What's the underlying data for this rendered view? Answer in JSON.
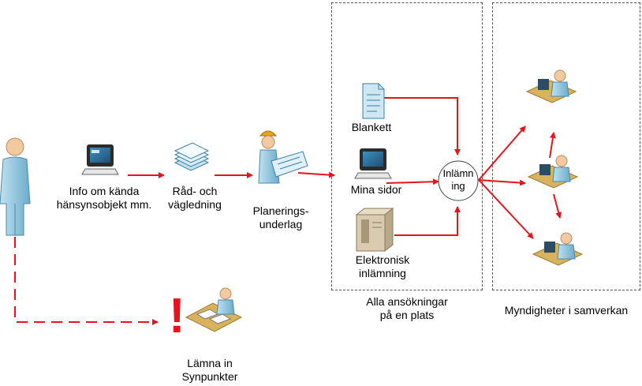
{
  "labels": {
    "info_line1": "Info om kända",
    "info_line2": "hänsynsobjekt mm.",
    "rad_line1": "Råd- och",
    "rad_line2": "vägledning",
    "plan_line1": "Planerings-",
    "plan_line2": "underlag",
    "blankett": "Blankett",
    "mina_sidor": "Mina sidor",
    "elektronisk_line1": "Elektronisk",
    "elektronisk_line2": "inlämning",
    "inlamning_line1": "Inlämn",
    "inlamning_line2": "ing",
    "alla_line1": "Alla ansökningar",
    "alla_line2": "på en plats",
    "myndigheter": "Myndigheter i samverkan",
    "lamna_line1": "Lämna in",
    "lamna_line2": "Synpunkter",
    "exclamation": "!"
  },
  "colors": {
    "arrow": "#e8141b",
    "person_body": "#8fc4dc",
    "skin": "#f3c9a0",
    "desk": "#d9b25e",
    "hard_hat": "#e8a318"
  },
  "icons": [
    "person-icon",
    "monitor-icon",
    "documents-stack-icon",
    "worker-with-plans-icon",
    "document-icon",
    "server-icon",
    "desk-worker-icon",
    "exclamation-icon"
  ]
}
